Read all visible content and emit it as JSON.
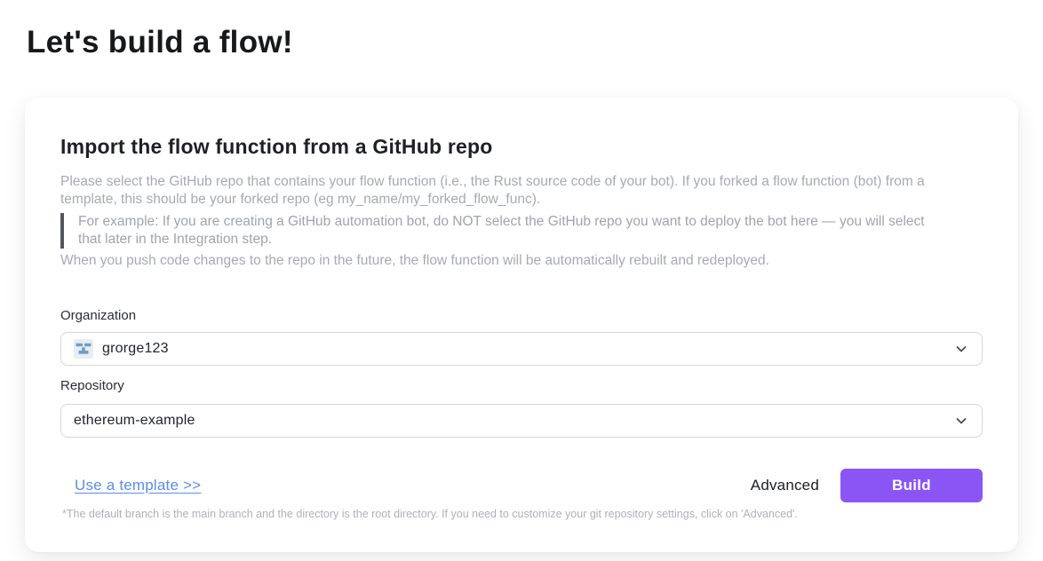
{
  "page": {
    "title": "Let's build a flow!"
  },
  "card": {
    "heading": "Import the flow function from a GitHub repo",
    "intro": "Please select the GitHub repo that contains your flow function (i.e., the Rust source code of your bot). If you forked a flow function (bot) from a template, this should be your forked repo (eg my_name/my_forked_flow_func).",
    "example_note": "For example: If you are creating a GitHub automation bot, do NOT select the GitHub repo you want to deploy the bot here — you will select that later in the Integration step.",
    "rebuild_note": "When you push code changes to the repo in the future, the flow function will be automatically rebuilt and redeployed.",
    "organization": {
      "label": "Organization",
      "value": "grorge123",
      "avatar_icon": "github-identicon"
    },
    "repository": {
      "label": "Repository",
      "value": "ethereum-example"
    },
    "actions": {
      "use_template_label": "Use a template >>",
      "advanced_label": "Advanced",
      "build_label": "Build"
    },
    "footnote": "*The default branch is the main branch and the directory is the root directory. If you need to customize your git repository settings, click on 'Advanced'.",
    "colors": {
      "accent_purple": "#8b55f6",
      "link_blue": "#5b8ded",
      "avatar_blue": "#6d9fc8",
      "avatar_bg": "#e9edf1",
      "quote_bar": "#54575b",
      "muted_text": "#a6abb0"
    }
  }
}
